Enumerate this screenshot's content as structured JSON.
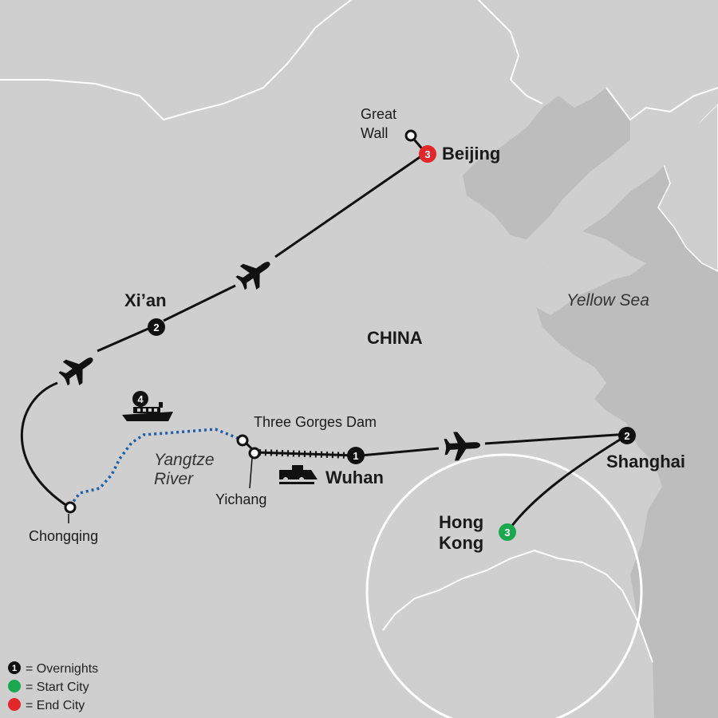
{
  "map": {
    "country_label": "CHINA",
    "water_label": "Yellow Sea",
    "river_label_line1": "Yangtze",
    "river_label_line2": "River",
    "colors": {
      "land": "#cfcfcf",
      "sea": "#bdbdbd",
      "borders": "#ffffff",
      "route": "#111111",
      "river_route": "#1f5ea8",
      "start": "#1aa84f",
      "end": "#e3262a",
      "overnight": "#111111"
    },
    "cities": {
      "beijing": {
        "name": "Beijing",
        "nights": "3"
      },
      "great_wall_line1": "Great",
      "great_wall_line2": "Wall",
      "xian": {
        "name": "Xi’an",
        "nights": "2"
      },
      "chongqing": {
        "name": "Chongqing"
      },
      "three_gorges": {
        "name": "Three Gorges Dam"
      },
      "yichang": {
        "name": "Yichang"
      },
      "wuhan": {
        "name": "Wuhan",
        "nights": "1"
      },
      "shanghai": {
        "name": "Shanghai",
        "nights": "2"
      },
      "hong_kong_line1": "Hong",
      "hong_kong_line2": "Kong",
      "hong_kong_nights": "3",
      "cruise_nights": "4"
    },
    "icons": [
      "airplane-icon",
      "ship-icon",
      "train-icon"
    ]
  },
  "legend": {
    "overnights": {
      "marker": "1",
      "text": "= Overnights"
    },
    "start": {
      "text": "= Start City"
    },
    "end": {
      "text": "= End City"
    }
  }
}
